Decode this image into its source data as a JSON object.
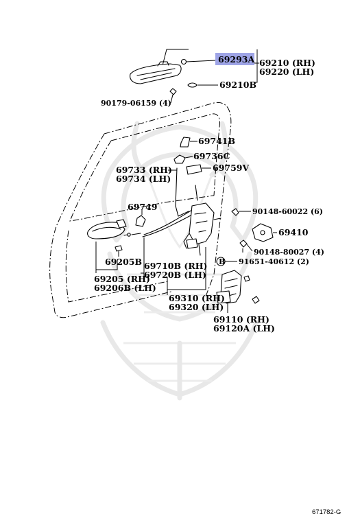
{
  "labels": {
    "p69293A": "69293A",
    "p69210": "69210 (RH)",
    "p69220": "69220 (LH)",
    "p69210B": "69210B",
    "p90179": "90179-06159 (4)",
    "p69741B": "69741B",
    "p69736C": "69736C",
    "p69733": "69733 (RH)",
    "p69734": "69734 (LH)",
    "p69759V": "69759V",
    "p69749": "69749",
    "p90148a": "90148-60022 (6)",
    "p69410": "69410",
    "p90148b": "90148-80027 (4)",
    "p91651": "91651-40612 (2)",
    "pB": "B",
    "p69205B": "69205B",
    "p69205": "69205 (RH)",
    "p69206B": "69206B (LH)",
    "p69710B": "69710B (RH)",
    "p69720B": "69720B (LH)",
    "p69310": "69310 (RH)",
    "p69320": "69320 (LH)",
    "p69110": "69110 (RH)",
    "p69120A": "69120A (LH)"
  },
  "figure_id": "671782-G",
  "highlight": {
    "part": "69293A",
    "color": "#9ea4e6"
  },
  "watermark": "samurai-helmet-logo"
}
